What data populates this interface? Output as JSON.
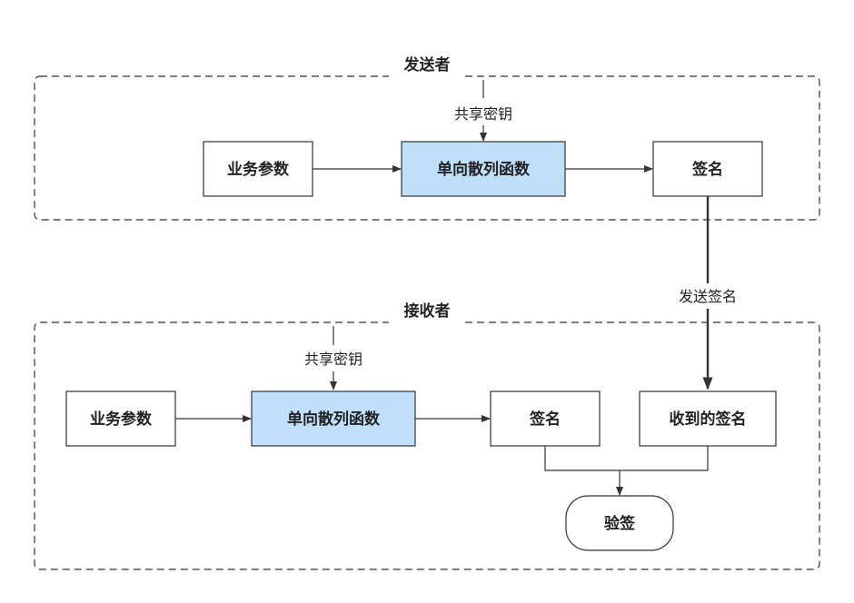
{
  "diagram": {
    "sender": {
      "title": "发送者",
      "key_label": "共享密钥",
      "params": "业务参数",
      "hash_fn": "单向散列函数",
      "signature": "签名"
    },
    "transfer_label": "发送签名",
    "receiver": {
      "title": "接收者",
      "key_label": "共享密钥",
      "params": "业务参数",
      "hash_fn": "单向散列函数",
      "signature": "签名",
      "received_signature": "收到的签名",
      "verify": "验签"
    },
    "colors": {
      "hash_fill": "#bfdffa",
      "stroke": "#333333",
      "text": "#222222"
    }
  }
}
